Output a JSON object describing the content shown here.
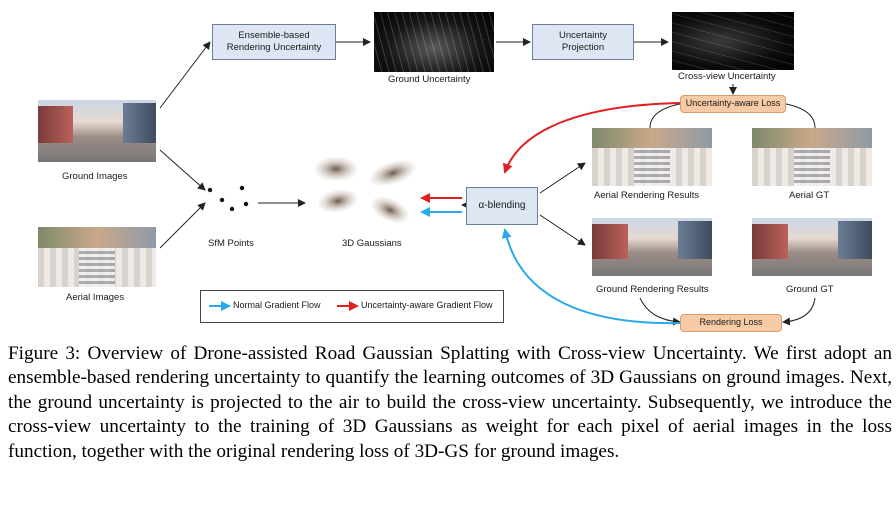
{
  "diagram": {
    "ensemble_box": "Ensemble-based\nRendering Uncertainty",
    "ground_uncertainty": "Ground Uncertainty",
    "projection_box": "Uncertainty\nProjection",
    "cross_view_uncertainty": "Cross-view Uncertainty",
    "uncertainty_loss": "Uncertainty-aware Loss",
    "ground_images": "Ground Images",
    "aerial_images": "Aerial Images",
    "sfm_points": "SfM Points",
    "gaussians": "3D Gaussians",
    "alpha_blending": "α-blending",
    "aerial_rendering": "Aerial Rendering Results",
    "aerial_gt": "Aerial GT",
    "ground_rendering": "Ground Rendering Results",
    "ground_gt": "Ground GT",
    "rendering_loss": "Rendering Loss",
    "legend_normal": "Normal Gradient Flow",
    "legend_uncertainty": "Uncertainty-aware Gradient Flow",
    "colors": {
      "normal": "#2aa9ea",
      "uncertainty": "#e02020",
      "box_blue": "#dde6f2",
      "box_orange": "#f7cba6"
    }
  },
  "caption": {
    "text": "Figure 3: Overview of Drone-assisted Road Gaussian Splatting with Cross-view Uncertainty. We first adopt an ensemble-based rendering uncertainty to quantify the learning outcomes of 3D Gaussians on ground images. Next, the ground uncertainty is projected to the air to build the cross-view uncertainty. Subsequently, we introduce the cross-view uncertainty to the training of 3D Gaussians as weight for each pixel of aerial images in the loss function, together with the original rendering loss of 3D-GS for ground images."
  }
}
